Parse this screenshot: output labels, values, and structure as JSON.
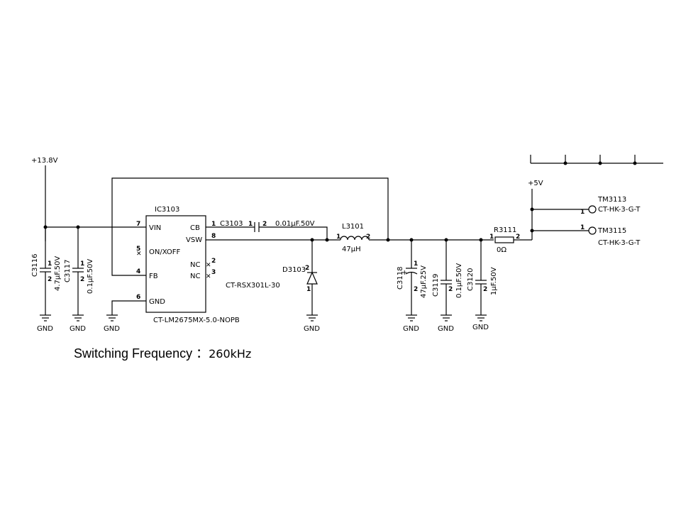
{
  "rails": {
    "v_in": "+13.8V",
    "v_out": "+5V"
  },
  "ic": {
    "ref": "IC3103",
    "part": "CT-LM2675MX-5.0-NOPB",
    "pins": [
      {
        "num": "7",
        "name": "VIN"
      },
      {
        "num": "5",
        "name": "ON/XOFF"
      },
      {
        "num": "4",
        "name": "FB"
      },
      {
        "num": "6",
        "name": "GND"
      },
      {
        "num": "1",
        "name": "CB"
      },
      {
        "num": "8",
        "name": "VSW"
      },
      {
        "num": "2",
        "name": "NC"
      },
      {
        "num": "3",
        "name": "NC"
      }
    ]
  },
  "components": {
    "c3116": {
      "ref": "C3116",
      "value": "4.7μF.50V"
    },
    "c3117": {
      "ref": "C3117",
      "value": "0.1μF.50V"
    },
    "c3103": {
      "ref": "C3103",
      "value": "0.01μF.50V"
    },
    "l3101": {
      "ref": "L3101",
      "value": "47μH"
    },
    "d3103": {
      "ref": "D3103",
      "value": "CT-RSX301L-30"
    },
    "c3118": {
      "ref": "C3118",
      "value": "47μF.25V"
    },
    "c3119": {
      "ref": "C3119",
      "value": "0.1μF.50V"
    },
    "c3120": {
      "ref": "C3120",
      "value": "1μF.50V"
    },
    "r3111": {
      "ref": "R3111",
      "value": "0Ω"
    }
  },
  "pin_numbers": {
    "one": "1",
    "two": "2"
  },
  "testpoints": [
    {
      "ref": "TM3113",
      "part": "CT-HK-3-G-T"
    },
    {
      "ref": "TM3115",
      "part": "CT-HK-3-G-T"
    }
  ],
  "gnd_label": "GND",
  "caption": {
    "label": "Switching Frequency ：",
    "value": "260kHz"
  }
}
